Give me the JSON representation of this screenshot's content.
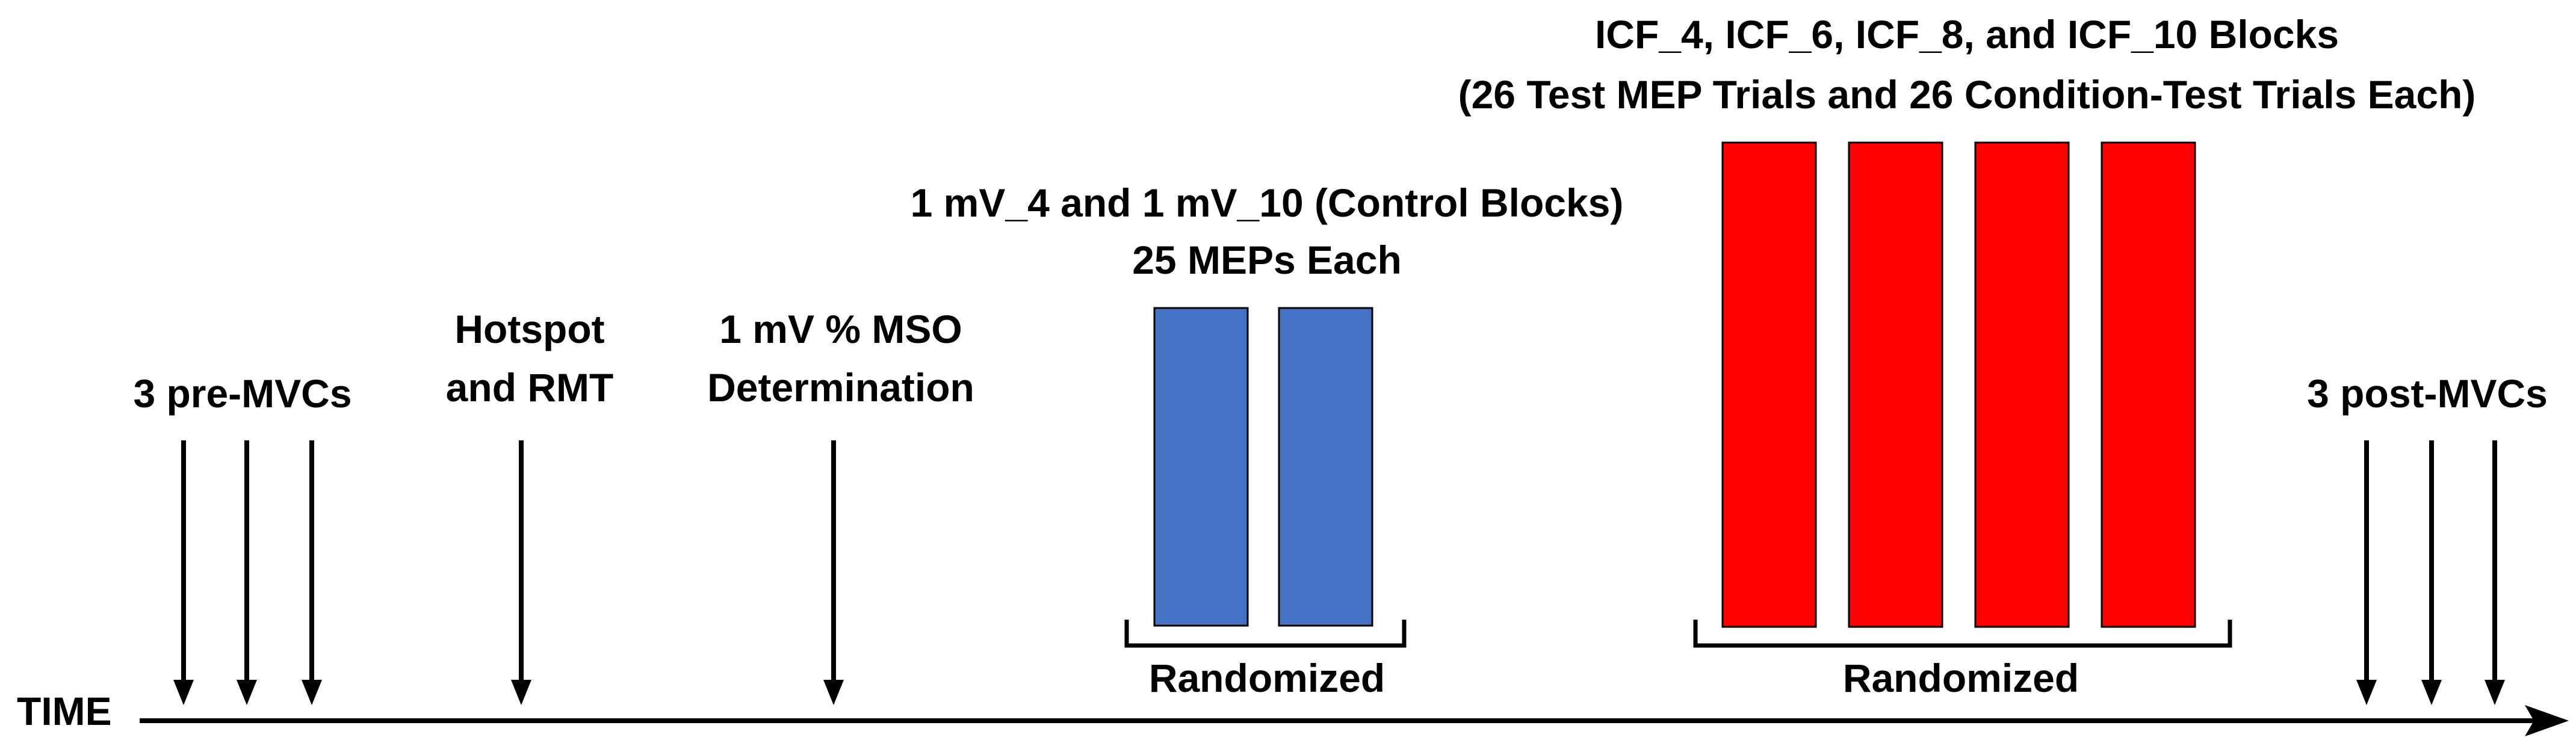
{
  "colors": {
    "control_block": "#4472C4",
    "icf_block": "#FF0000",
    "ink": "#000000"
  },
  "timeline": {
    "label": "TIME"
  },
  "events": {
    "pre_mvcs": {
      "label": "3 pre-MVCs",
      "arrow_count": 3
    },
    "hotspot": {
      "line1": "Hotspot",
      "line2": "and RMT"
    },
    "mso": {
      "line1": "1 mV % MSO",
      "line2": "Determination"
    },
    "post_mvcs": {
      "label": "3 post-MVCs",
      "arrow_count": 3
    }
  },
  "control_blocks": {
    "line1": "1 mV_4 and 1 mV_10 (Control Blocks)",
    "line2": "25 MEPs Each",
    "block_count": 2,
    "bracket_label": "Randomized"
  },
  "icf_blocks": {
    "line1": "ICF_4, ICF_6, ICF_8, and ICF_10 Blocks",
    "line2": "(26 Test MEP Trials and 26 Condition-Test Trials Each)",
    "block_count": 4,
    "bracket_label": "Randomized"
  }
}
